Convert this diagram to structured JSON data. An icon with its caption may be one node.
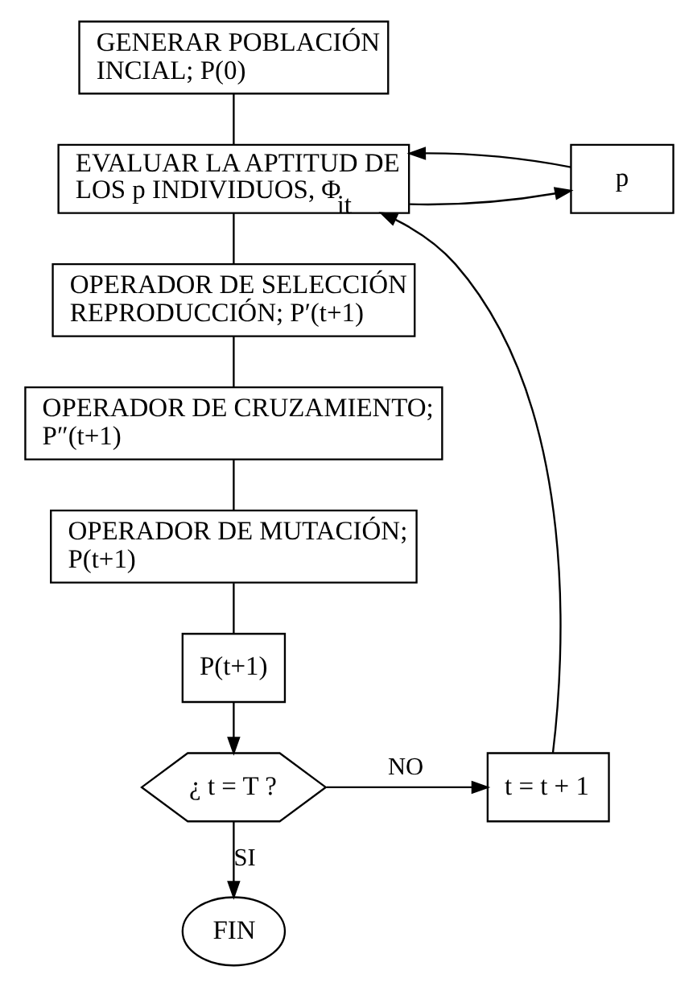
{
  "diagram": {
    "nodes": [
      {
        "text": [
          "GENERAR POBLACIÓN INCIAL; P(0)"
        ]
      },
      {
        "text": [
          "EVALUAR LA APTITUD DE LOS p INDIVIDUOS, Φ$_{it}$"
        ]
      },
      {
        "text": [
          "p"
        ]
      },
      {
        "text": [
          "OPERADOR DE SELECCIÓN REPRODUCCIÓN; P′(t+1)"
        ]
      },
      {
        "text": [
          "OPERADOR DE CRUZAMIENTO; P″(t+1)"
        ]
      },
      {
        "text": [
          "OPERADOR DE MUTACIÓN; P(t+1)"
        ]
      },
      {
        "text": [
          "P(t+1)"
        ]
      },
      {
        "text": [
          "¿ t = T ?"
        ]
      },
      {
        "text": [
          "t = t + 1"
        ]
      },
      {
        "text": [
          "FIN"
        ]
      }
    ],
    "edges": [
      {
        "from": 0,
        "to": 1,
        "arrow": "none"
      },
      {
        "from": 1,
        "to": 2,
        "arrow": "to"
      },
      {
        "from": 2,
        "to": 1,
        "arrow": "to"
      },
      {
        "from": 1,
        "to": 3,
        "arrow": "none"
      },
      {
        "from": 3,
        "to": 4,
        "arrow": "none"
      },
      {
        "from": 4,
        "to": 5,
        "arrow": "none"
      },
      {
        "from": 5,
        "to": 6,
        "arrow": "none"
      },
      {
        "from": 6,
        "to": 7,
        "arrow": "to"
      },
      {
        "from": 7,
        "to": 8,
        "arrow": "to",
        "label": "NO"
      },
      {
        "from": 8,
        "to": 1,
        "arrow": "to"
      },
      {
        "from": 7,
        "to": 9,
        "arrow": "to",
        "label": "SI"
      }
    ]
  }
}
